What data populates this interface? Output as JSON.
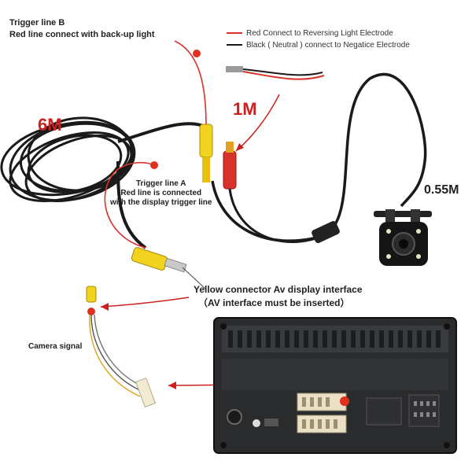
{
  "labels": {
    "trigger_b_title": "Trigger line B",
    "trigger_b_desc": "Red line connect with back-up light",
    "legend_red": "Red Connect to Reversing Light Electrode",
    "legend_black": "Black ( Neutral ) connect to Negatice Electrode",
    "length_6m": "6M",
    "length_1m": "1M",
    "length_055m": "0.55M",
    "trigger_a_title": "Trigger line A",
    "trigger_a_desc1": "Red line is connected",
    "trigger_a_desc2": "with the display trigger line",
    "yellow_connector": "Yellow connector Av display interface",
    "av_note": "（AV interface must be inserted）",
    "camera_signal": "Camera signal"
  },
  "colors": {
    "annotation_red": "#cc2020",
    "cable_black": "#1a1a1a",
    "rca_yellow": "#f2d320",
    "rca_red": "#d9322a",
    "unit_body": "#2a2b2d"
  },
  "icons": [
    "camera-icon",
    "rca-yellow-connector-icon",
    "rca-red-connector-icon",
    "head-unit-icon"
  ]
}
